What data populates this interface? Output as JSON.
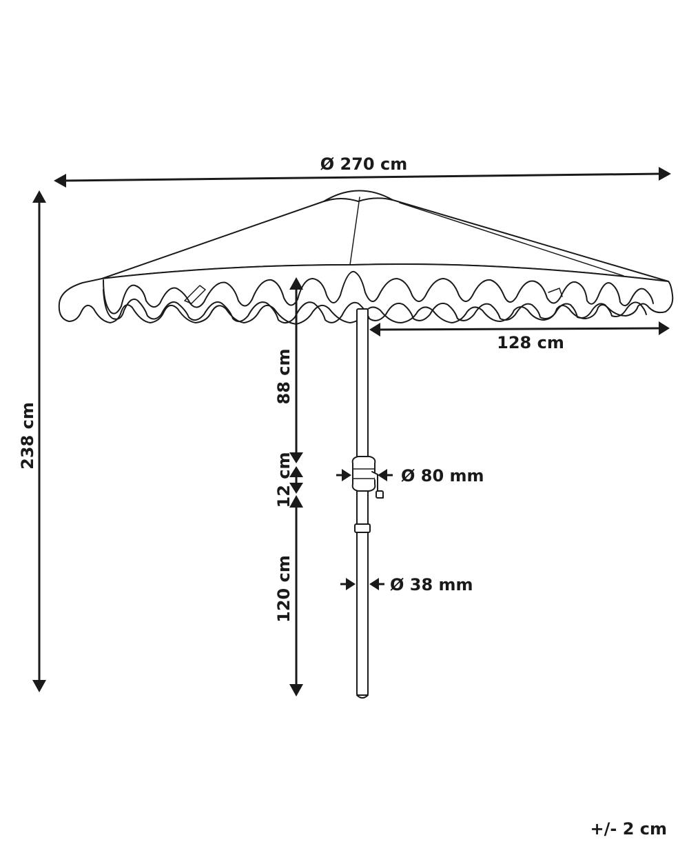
{
  "dimensions": {
    "canopy_diameter": "Ø 270 cm",
    "canopy_radius": "128 cm",
    "total_height": "238 cm",
    "canopy_to_crank": "88 cm",
    "crank_section": "12 cm",
    "lower_pole": "120 cm",
    "crank_diameter": "Ø 80 mm",
    "pole_diameter": "Ø 38 mm",
    "tolerance": "+/- 2 cm"
  },
  "colors": {
    "line": "#1a1a1a",
    "background": "#ffffff"
  }
}
